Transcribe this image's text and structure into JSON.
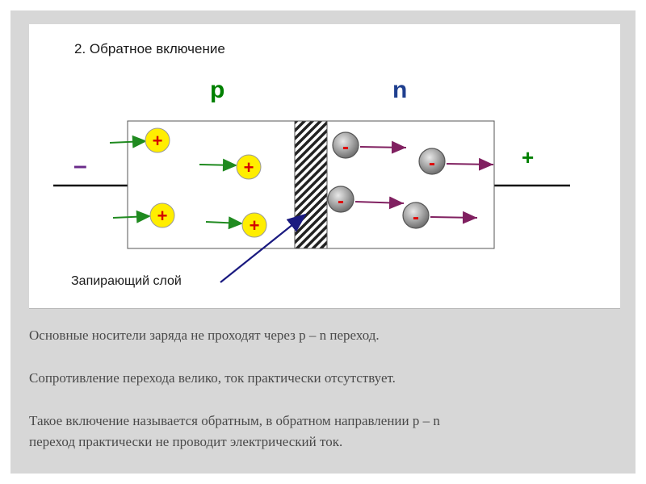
{
  "diagram": {
    "title": "2. Обратное включение",
    "p_label": "p",
    "n_label": "n",
    "minus_terminal": "–",
    "plus_terminal": "+",
    "hole_sign": "+",
    "electron_sign": "-",
    "depletion_label": "Запирающий слой",
    "colors": {
      "p_region": "#008000",
      "n_region": "#1f3f8f",
      "hole_fill": "#ffee00",
      "hole_sign": "#d40000",
      "electron_sign": "#e00000",
      "electron_arrow": "#802060",
      "depletion_pointer": "#1a1a80"
    }
  },
  "text": {
    "line1": "Основные носители заряда не проходят через p – n переход.",
    "line2": "Сопротивление перехода велико, ток практически отсутствует.",
    "line3a": "Такое включение называется обратным, в обратном направлении p – n",
    "line3b": "переход практически не проводит электрический ток."
  }
}
